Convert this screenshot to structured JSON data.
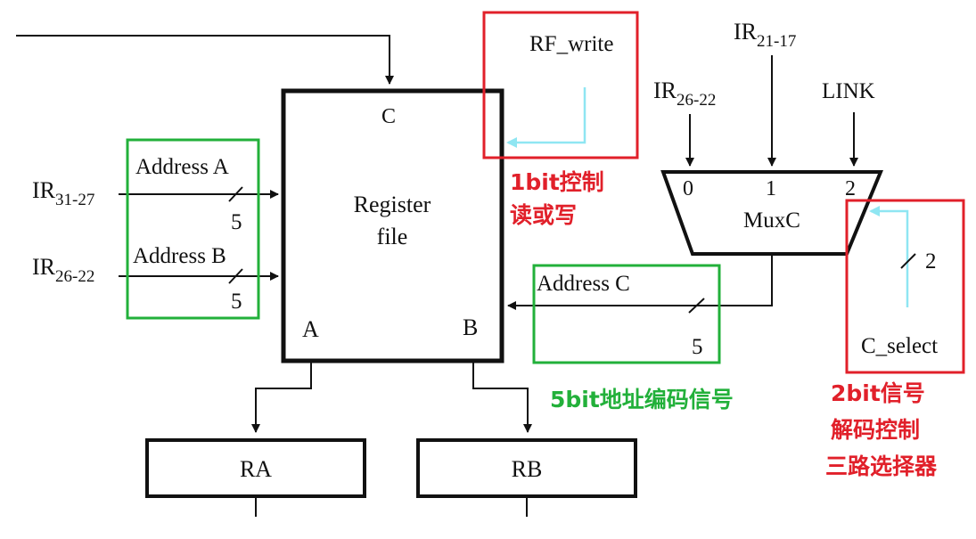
{
  "register_file": {
    "title_line1": "Register",
    "title_line2": "file",
    "port_c": "C",
    "port_a": "A",
    "port_b": "B"
  },
  "inputs": {
    "ir_a_base": "IR",
    "ir_a_sub": "31-27",
    "ir_b_base": "IR",
    "ir_b_sub": "26-22",
    "address_a": "Address A",
    "address_b": "Address B",
    "width_a": "5",
    "width_b": "5"
  },
  "rf_write": {
    "label": "RF_write",
    "note_line1": "1bit控制",
    "note_line2": "读或写"
  },
  "muxc": {
    "label": "MuxC",
    "in0": "0",
    "in1": "1",
    "in2": "2",
    "in0_base": "IR",
    "in0_sub": "26-22",
    "in1_base": "IR",
    "in1_sub": "21-17",
    "in2_label": "LINK"
  },
  "address_c": {
    "label": "Address C",
    "width": "5",
    "note": "5bit地址编码信号"
  },
  "c_select": {
    "label": "C_select",
    "width": "2",
    "note_line1": "2bit信号",
    "note_line2": "解码控制",
    "note_line3": "三路选择器"
  },
  "outputs": {
    "ra": "RA",
    "rb": "RB"
  },
  "colors": {
    "red_box": "#e1202a",
    "green_box": "#22b03a",
    "control_line": "#8fe6f2"
  }
}
